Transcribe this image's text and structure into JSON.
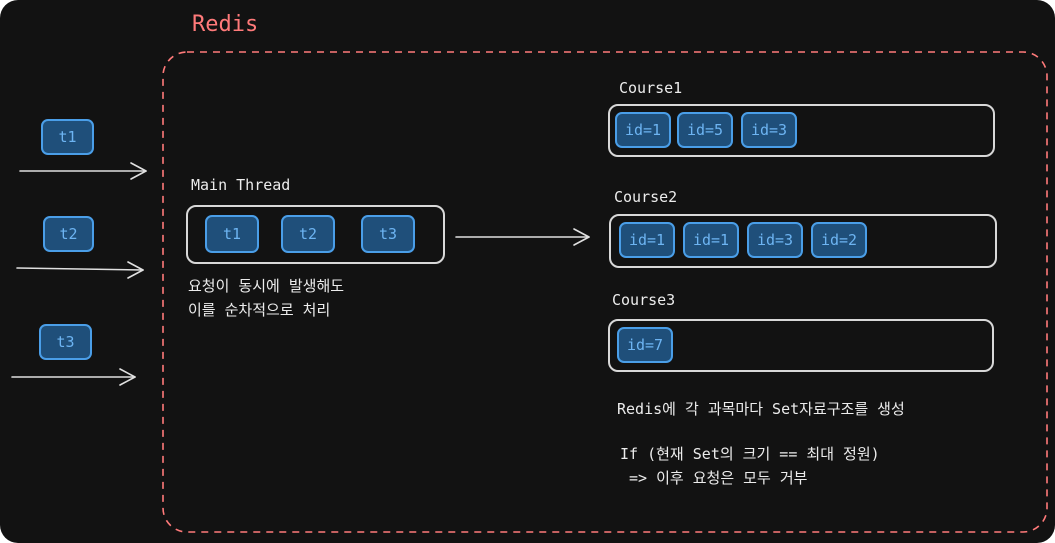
{
  "redis_title": "Redis",
  "accent": "#ff7a7a",
  "pill_color": "#4a9ee8",
  "incoming": [
    "t1",
    "t2",
    "t3"
  ],
  "main_thread": {
    "label": "Main Thread",
    "items": [
      "t1",
      "t2",
      "t3"
    ],
    "note_lines": [
      "요청이 동시에 발생해도",
      "이를 순차적으로 처리"
    ]
  },
  "courses": [
    {
      "label": "Course1",
      "ids": [
        "id=1",
        "id=5",
        "id=3"
      ]
    },
    {
      "label": "Course2",
      "ids": [
        "id=1",
        "id=1",
        "id=3",
        "id=2"
      ]
    },
    {
      "label": "Course3",
      "ids": [
        "id=7"
      ]
    }
  ],
  "description": "Redis에 각 과목마다 Set자료구조를 생성",
  "condition_lines": [
    "If (현재 Set의 크기 == 최대 정원)",
    " => 이후 요청은 모두 거부"
  ]
}
